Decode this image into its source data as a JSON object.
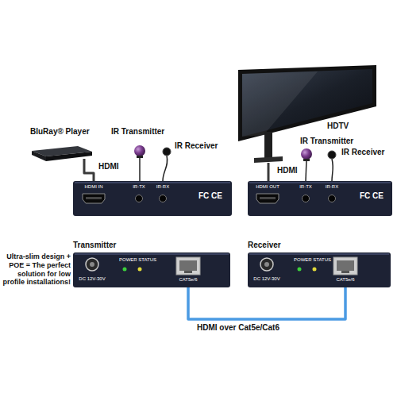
{
  "diagram": {
    "nodes": [
      {
        "text": [
          "BluRay® Player"
        ]
      },
      {
        "text": [
          "HDMI IN",
          "IR-TX",
          "IR-RX",
          "FC CE"
        ]
      },
      {
        "text": [
          "HDTV"
        ]
      },
      {
        "text": [
          "HDMI OUT",
          "IR-TX",
          "IR-RX",
          "FC CE"
        ]
      },
      {
        "text": [
          "Transmitter",
          "DC 12V-30V",
          "POWER STATUS",
          "CAT5e/6"
        ]
      },
      {
        "text": [
          "Receiver",
          "DC 12V-30V",
          "POWER STATUS",
          "CAT5e/6"
        ]
      }
    ],
    "edges": [
      {
        "from": 0,
        "to": 1,
        "arrow": "none",
        "label": "HDMI"
      },
      {
        "from": 2,
        "to": 3,
        "arrow": "none",
        "label": "HDMI"
      },
      {
        "from": 4,
        "to": 5,
        "arrow": "none",
        "label": "HDMI over Cat5e/Cat6"
      }
    ],
    "labels": [
      "IR Transmitter",
      "IR Receiver",
      "IR Transmitter",
      "IR Receiver",
      "Ultra-slim design + POE = The perfect solution for low profile installations!"
    ]
  }
}
